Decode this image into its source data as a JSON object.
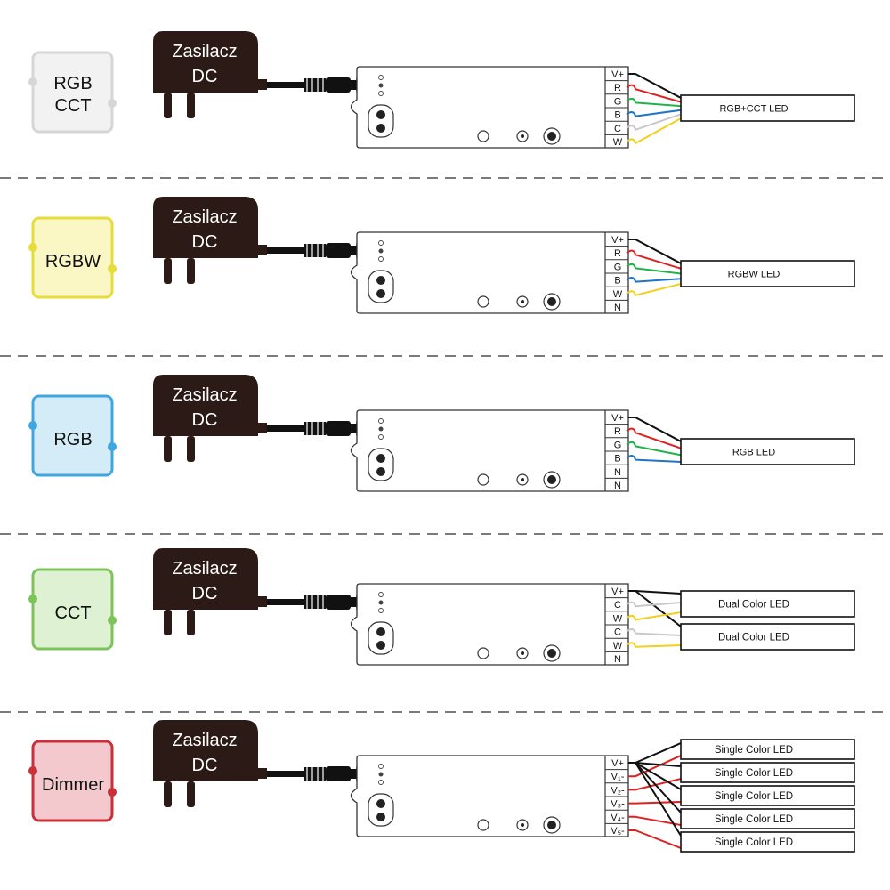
{
  "adapter": {
    "line1": "Zasilacz",
    "line2": "DC"
  },
  "rows": [
    {
      "mode": {
        "label_lines": [
          "RGB",
          "CCT"
        ],
        "border": "#d6d6d6",
        "fill": "#f2f2f2",
        "dot": "#d6d6d6"
      },
      "terminals": [
        "V+",
        "R",
        "G",
        "B",
        "C",
        "W"
      ],
      "leds": [
        "RGB+CCT LED"
      ]
    },
    {
      "mode": {
        "label_lines": [
          "RGBW"
        ],
        "border": "#e6dc3c",
        "fill": "#fbf7c4",
        "dot": "#e6dc3c"
      },
      "terminals": [
        "V+",
        "R",
        "G",
        "B",
        "W",
        "N"
      ],
      "leds": [
        "RGBW LED"
      ]
    },
    {
      "mode": {
        "label_lines": [
          "RGB"
        ],
        "border": "#3fa6df",
        "fill": "#d4ecf8",
        "dot": "#3fa6df"
      },
      "terminals": [
        "V+",
        "R",
        "G",
        "B",
        "N",
        "N"
      ],
      "leds": [
        "RGB LED"
      ]
    },
    {
      "mode": {
        "label_lines": [
          "CCT"
        ],
        "border": "#7cc35a",
        "fill": "#def2d3",
        "dot": "#7cc35a"
      },
      "terminals": [
        "V+",
        "C",
        "W",
        "C",
        "W",
        "N"
      ],
      "leds": [
        "Dual Color LED",
        "Dual Color LED"
      ]
    },
    {
      "mode": {
        "label_lines": [
          "Dimmer"
        ],
        "border": "#c8303a",
        "fill": "#f3c9cd",
        "dot": "#c8303a"
      },
      "terminals": [
        "V+",
        "V₁-",
        "V₂-",
        "V₃-",
        "V₄-",
        "V₅-"
      ],
      "leds": [
        "Single Color LED",
        "Single Color LED",
        "Single Color LED",
        "Single Color LED",
        "Single Color LED"
      ]
    }
  ],
  "wire_colors": {
    "R": "#e02020",
    "G": "#22b24a",
    "B": "#1f74c8",
    "C": "#c8c8c8",
    "W": "#f2cf1c",
    "black": "#111111"
  }
}
